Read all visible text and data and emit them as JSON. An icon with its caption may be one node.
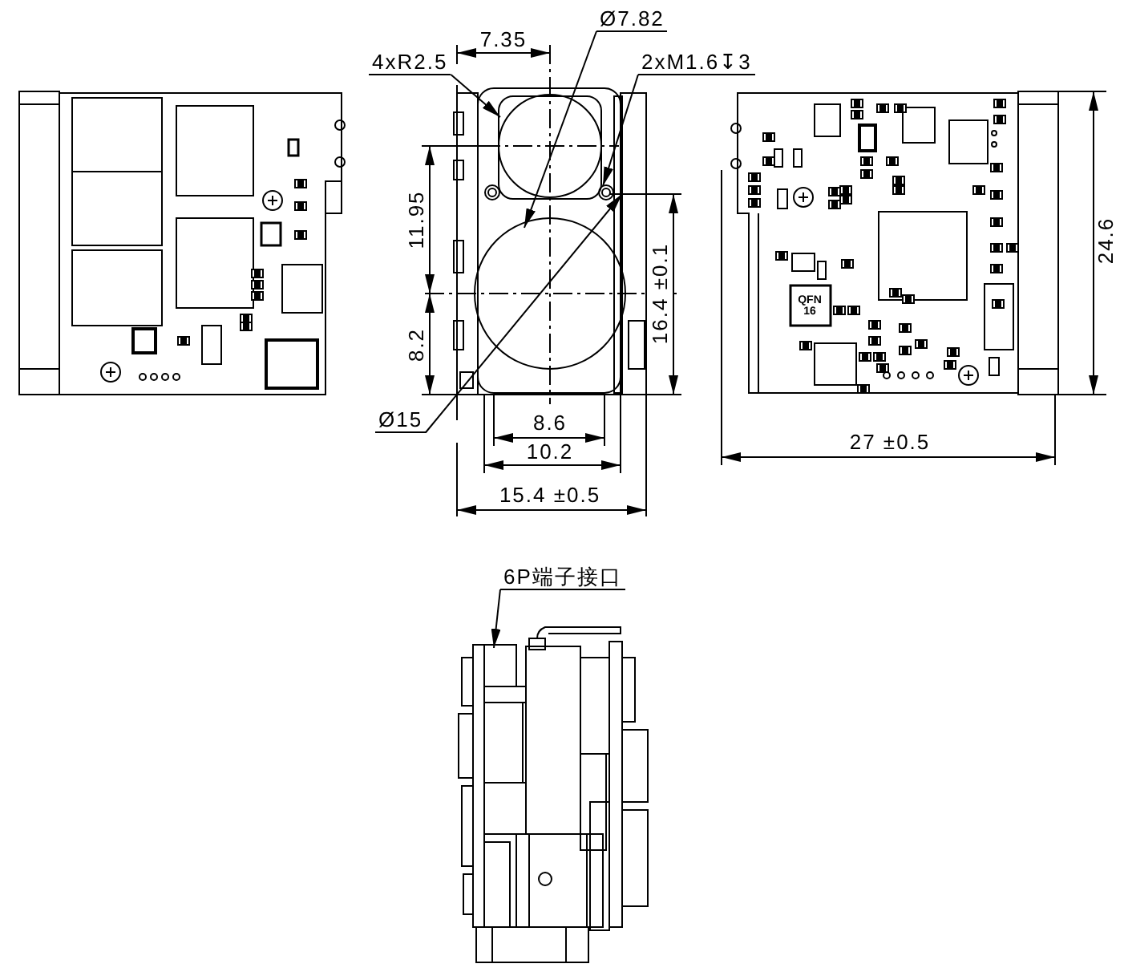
{
  "diagram": {
    "nodes": [
      {
        "text": [
          "Ø7.82"
        ]
      },
      {
        "text": [
          "4xR2.5"
        ]
      },
      {
        "text": [
          "2xM1.6↧3"
        ]
      },
      {
        "text": [
          "Ø15"
        ]
      },
      {
        "text": [
          "6P端子接口"
        ]
      }
    ],
    "edges": [
      {
        "from": 0,
        "to": null,
        "arrow": "to"
      },
      {
        "from": 1,
        "to": null,
        "arrow": "to"
      },
      {
        "from": 2,
        "to": null,
        "arrow": "to"
      },
      {
        "from": 3,
        "to": null,
        "arrow": "to"
      },
      {
        "from": 4,
        "to": null,
        "arrow": "to"
      }
    ],
    "labels": [
      "7.35",
      "11.95",
      "16.4 ±0.1",
      "8.2",
      "8.6",
      "10.2",
      "15.4 ±0.5",
      "24.6",
      "QFN 16",
      "27 ±0.5"
    ]
  }
}
